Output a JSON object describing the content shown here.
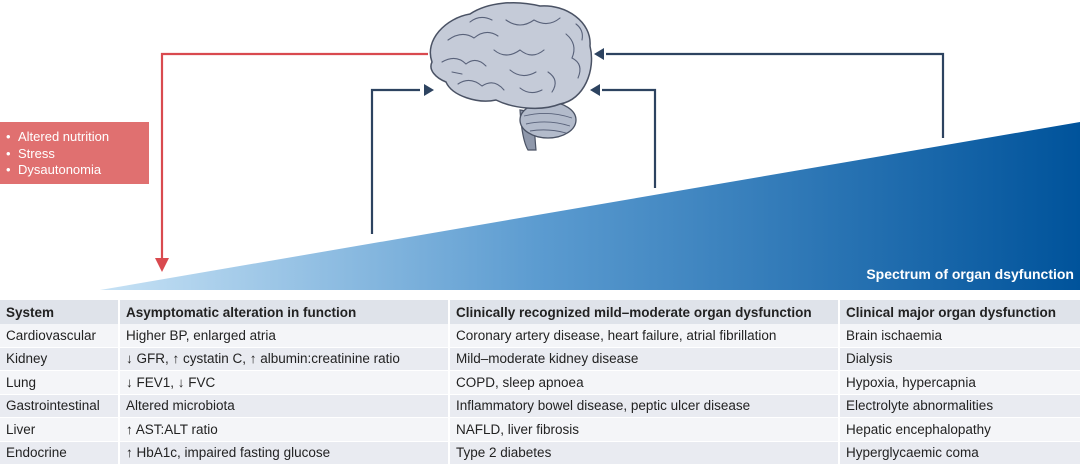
{
  "factors": {
    "items": [
      "Altered nutrition",
      "Stress",
      "Dysautonomia"
    ],
    "color": "#e07070"
  },
  "spectrum": {
    "label": "Spectrum of organ dsyfunction",
    "color_light": "#c7e2f5",
    "color_dark": "#00539b"
  },
  "arrows": {
    "red": "#d94a4f",
    "navy": "#2d4360"
  },
  "icons": [
    "brain-icon"
  ],
  "table": {
    "headers": [
      "System",
      "Asymptomatic alteration in function",
      "Clinically recognized mild–moderate organ dysfunction",
      "Clinical major organ dysfunction"
    ],
    "rows": [
      [
        "Cardiovascular",
        "Higher BP, enlarged atria",
        "Coronary artery disease, heart failure, atrial fibrillation",
        "Brain ischaemia"
      ],
      [
        "Kidney",
        "↓ GFR, ↑ cystatin C, ↑ albumin:creatinine ratio",
        "Mild–moderate kidney disease",
        "Dialysis"
      ],
      [
        "Lung",
        "↓ FEV1, ↓ FVC",
        "COPD, sleep apnoea",
        "Hypoxia, hypercapnia"
      ],
      [
        "Gastrointestinal",
        "Altered microbiota",
        "Inflammatory bowel disease, peptic ulcer disease",
        "Electrolyte abnormalities"
      ],
      [
        "Liver",
        "↑ AST:ALT ratio",
        "NAFLD, liver fibrosis",
        "Hepatic encephalopathy"
      ],
      [
        "Endocrine",
        "↑ HbA1c, impaired fasting glucose",
        "Type 2 diabetes",
        "Hyperglycaemic coma"
      ]
    ]
  }
}
